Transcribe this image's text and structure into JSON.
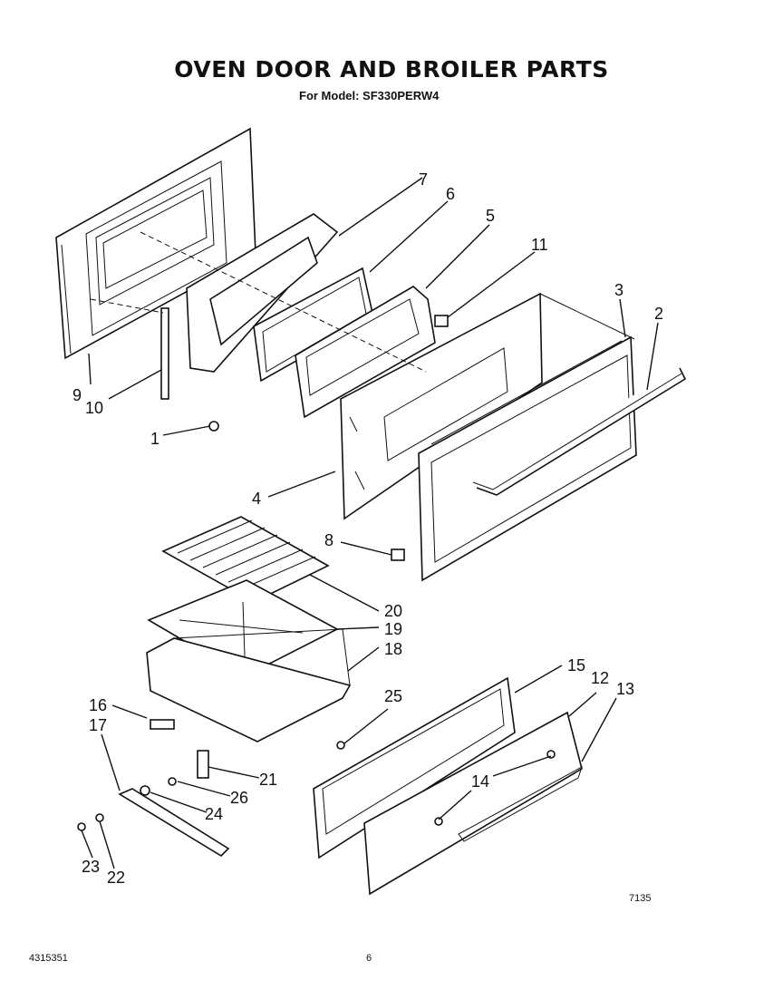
{
  "title": "OVEN DOOR AND BROILER PARTS",
  "subtitle": "For Model: SF330PERW4",
  "callouts": [
    "1",
    "2",
    "3",
    "4",
    "5",
    "6",
    "7",
    "8",
    "9",
    "10",
    "11",
    "12",
    "13",
    "14",
    "15",
    "16",
    "17",
    "18",
    "19",
    "20",
    "21",
    "22",
    "23",
    "24",
    "25",
    "26"
  ],
  "figure_number": "7135",
  "footer": {
    "part_number": "4315351",
    "page_number": "6"
  }
}
